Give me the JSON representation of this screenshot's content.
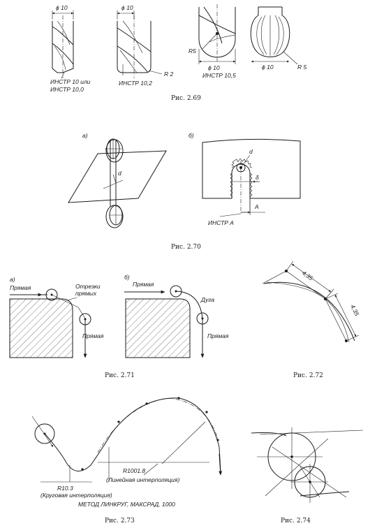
{
  "figures": {
    "f269": {
      "caption": "Рис. 2.69",
      "phi1": "ϕ 10",
      "phi2": "ϕ 10",
      "phi3": "ϕ 10",
      "phi4": "ϕ 10",
      "tool1_line1": "ИНСТР 10 или",
      "tool1_line2": "ИНСТР 10,0",
      "tool2": "ИНСТР 10,2",
      "tool3": "ИНСТР 10,5",
      "r2": "R 2",
      "r5a": "R5",
      "r5b": "R 5"
    },
    "f270": {
      "caption": "Рис. 2.70",
      "label_a": "а)",
      "label_b": "б)",
      "d1": "d",
      "d2": "d",
      "delta": "δ",
      "dim_a": "A",
      "tool": "ИНСТР A"
    },
    "f271": {
      "caption": "Рис. 2.71",
      "label_a": "а)",
      "label_b": "б)",
      "line_a1": "Прямая",
      "segments_1": "Отрезки",
      "segments_2": "прямых",
      "line_a2": "Прямая",
      "line_b1": "Прямая",
      "arc": "Дуга",
      "line_b2": "Прямая"
    },
    "f272": {
      "caption": "Рис. 2.72",
      "dim1": "4,35",
      "dim2": "4,35"
    },
    "f273": {
      "caption": "Рис. 2.73",
      "r_big": "R1001.8",
      "linear": "(Линейная интерполяция)",
      "r_small": "R10.3",
      "circular": "(Круговая интерполяция)",
      "method": "МЕТОД ЛИНКРУГ, МАКСРАД, 1000"
    },
    "f274": {
      "caption": "Рис. 2.74"
    }
  }
}
